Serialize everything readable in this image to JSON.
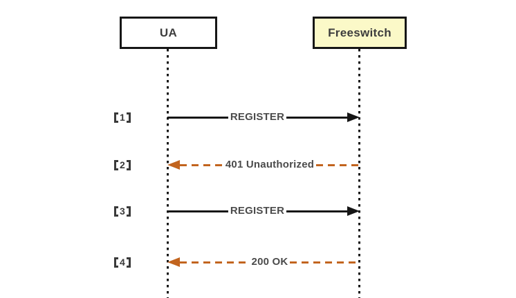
{
  "diagram_type": "sequence-diagram",
  "actors": [
    {
      "name": "UA",
      "fill": "#ffffff"
    },
    {
      "name": "Freeswitch",
      "fill": "#fbf9c8"
    }
  ],
  "messages": [
    {
      "seq": "1",
      "seq_display": "【1】",
      "text": "REGISTER",
      "from": "UA",
      "to": "Freeswitch",
      "line_style": "solid",
      "direction": "right",
      "color": "#161616"
    },
    {
      "seq": "2",
      "seq_display": "【2】",
      "text": "401 Unauthorized",
      "from": "Freeswitch",
      "to": "UA",
      "line_style": "dashed",
      "direction": "left",
      "color": "#c2641e"
    },
    {
      "seq": "3",
      "seq_display": "【3】",
      "text": "REGISTER",
      "from": "UA",
      "to": "Freeswitch",
      "line_style": "solid",
      "direction": "right",
      "color": "#161616"
    },
    {
      "seq": "4",
      "seq_display": "【4】",
      "text": "200 OK",
      "from": "Freeswitch",
      "to": "UA",
      "line_style": "dashed",
      "direction": "left",
      "color": "#c2641e"
    }
  ],
  "colors": {
    "solid_arrow": "#161616",
    "dashed_arrow": "#c2641e",
    "lifeline": "#161616",
    "actor_border": "#161616",
    "actor_ua_fill": "#ffffff",
    "actor_freeswitch_fill": "#fbf9c8",
    "label_text": "#4b4b4b"
  }
}
